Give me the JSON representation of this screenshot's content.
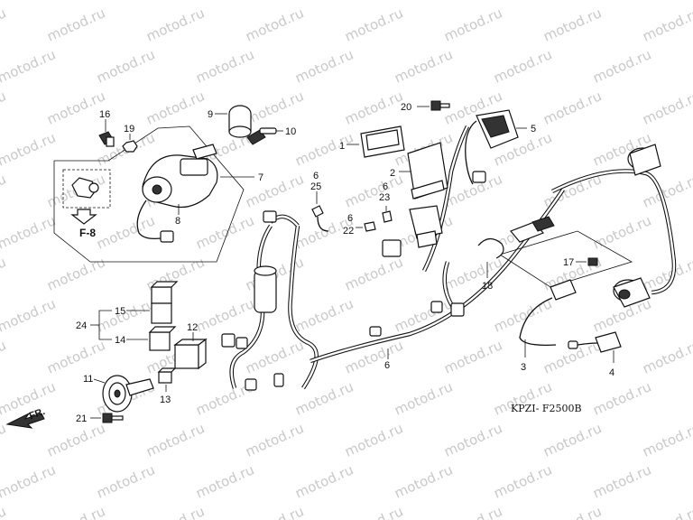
{
  "watermark": "motod.ru",
  "diagram_code": "KPZI- F2500B",
  "reference_label": "F-8",
  "direction_label": "FR.",
  "callouts": {
    "c1": "1",
    "c2": "2",
    "c3": "3",
    "c4": "4",
    "c5": "5",
    "c6a": "6",
    "c6b": "6",
    "c6c": "6",
    "c6d": "6",
    "c7": "7",
    "c8": "8",
    "c9": "9",
    "c10": "10",
    "c11": "11",
    "c12": "12",
    "c13": "13",
    "c14": "14",
    "c15": "15",
    "c16": "16",
    "c17": "17",
    "c18": "18",
    "c19": "19",
    "c20": "20",
    "c21": "21",
    "c22": "22",
    "c23": "23",
    "c24": "24",
    "c25": "25"
  }
}
